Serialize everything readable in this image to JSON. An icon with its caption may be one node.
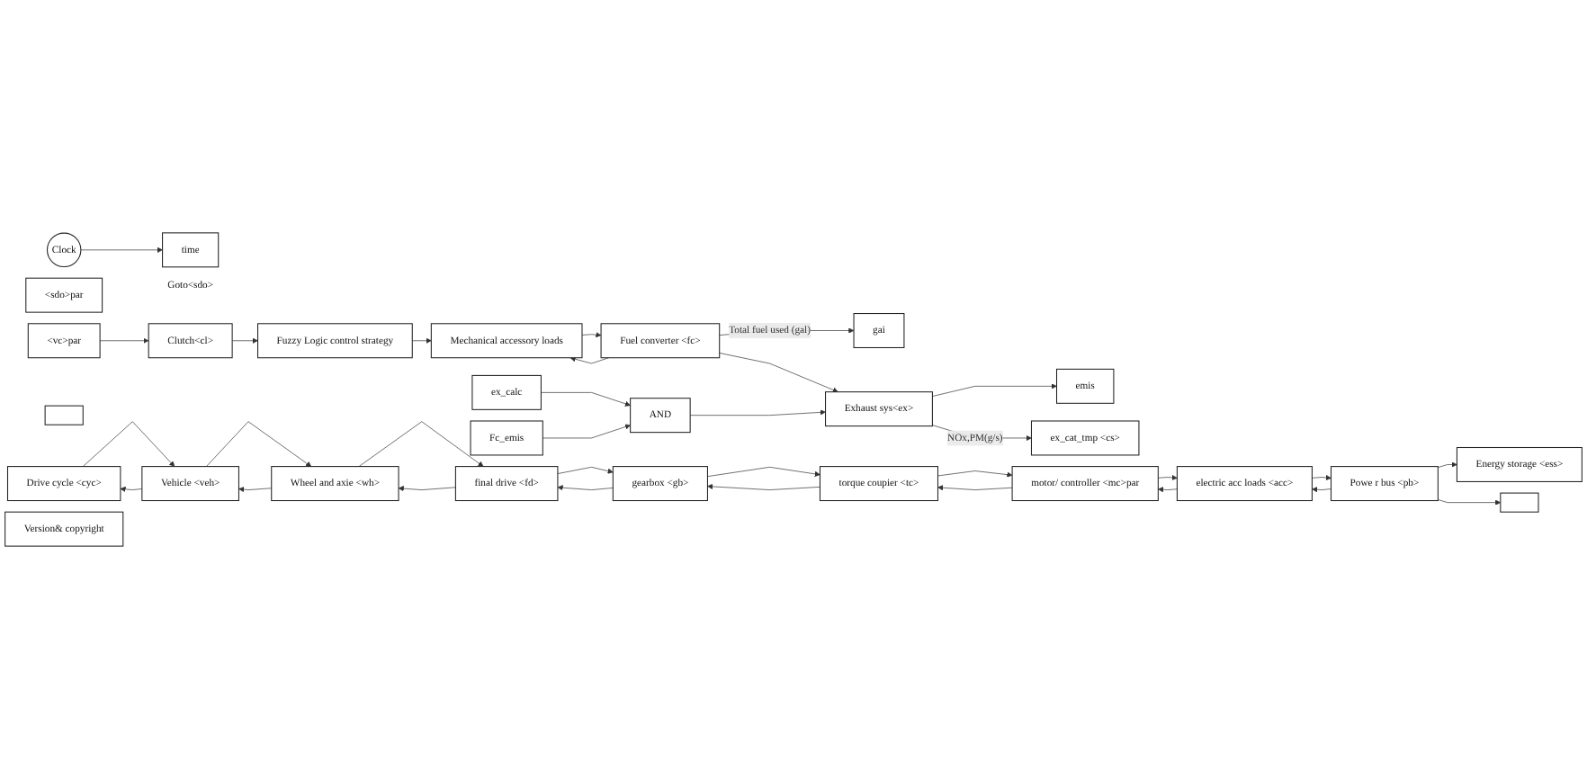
{
  "diagram": {
    "nodes": [
      {
        "text": [
          "Clock"
        ]
      },
      {
        "text": [
          "time"
        ],
        "beside": [
          "Goto<sdo>"
        ]
      },
      {
        "text": [
          "<sdo>par"
        ]
      },
      {
        "text": [
          "<vc>par"
        ]
      },
      {
        "text": [
          "Clutch<cl>"
        ]
      },
      {
        "text": [
          "Fuzzy Logic control strategy"
        ]
      },
      {
        "text": [
          "Mechanical accessory loads"
        ]
      },
      {
        "text": [
          "Fuel converter <fc>"
        ]
      },
      {
        "text": [
          "gai"
        ]
      },
      {
        "text": [
          "ex_calc"
        ]
      },
      {
        "text": [
          "AND"
        ]
      },
      {
        "text": [
          "Fc_emis"
        ]
      },
      {
        "text": [],
        "shape": "box"
      },
      {
        "text": [
          "Exhaust sys<ex>"
        ]
      },
      {
        "text": [
          "emis"
        ]
      },
      {
        "text": [
          "ex_cat_tmp <cs>"
        ]
      },
      {
        "text": [],
        "shape": "box"
      },
      {
        "text": [
          "Drive cycle <cyc>"
        ]
      },
      {
        "text": [
          "Vehicle <veh>"
        ]
      },
      {
        "text": [
          "Wheel and axie <wh>"
        ]
      },
      {
        "text": [
          "final drive <fd>"
        ]
      },
      {
        "text": [
          "gearbox <gb>"
        ]
      },
      {
        "text": [
          "torque coupier <tc>"
        ]
      },
      {
        "text": [
          "motor/ controller <mc>par"
        ]
      },
      {
        "text": [
          "electric acc loads <acc>"
        ]
      },
      {
        "text": [
          "Powe r bus <pb>"
        ]
      },
      {
        "text": [
          "Energy storage <ess>"
        ]
      },
      {
        "text": [
          "Version& copyright"
        ]
      }
    ],
    "edges": [
      {
        "from": 0,
        "to": 1,
        "arrow": "to"
      },
      {
        "from": 3,
        "to": 4,
        "arrow": "to"
      },
      {
        "from": 4,
        "to": 5,
        "arrow": "to"
      },
      {
        "from": 5,
        "to": 6,
        "arrow": "to"
      },
      {
        "from": 6,
        "to": 7,
        "arrow": "to"
      },
      {
        "from": 7,
        "to": 6,
        "arrow": "to"
      },
      {
        "from": 7,
        "to": 8,
        "label": "Total fuel used (gal)",
        "arrow": "to"
      },
      {
        "from": 7,
        "to": 13,
        "arrow": "to"
      },
      {
        "from": 9,
        "to": 10,
        "arrow": "to"
      },
      {
        "from": 11,
        "to": 10,
        "arrow": "to"
      },
      {
        "from": 10,
        "to": 13,
        "arrow": "to"
      },
      {
        "from": 13,
        "to": 14,
        "arrow": "to"
      },
      {
        "from": 13,
        "to": 15,
        "label": "NOx,PM(g/s)",
        "arrow": "to"
      },
      {
        "from": 17,
        "to": 18,
        "arrow": "to"
      },
      {
        "from": 18,
        "to": 19,
        "arrow": "to"
      },
      {
        "from": 19,
        "to": 20,
        "arrow": "to"
      },
      {
        "from": 20,
        "to": 21,
        "arrow": "to"
      },
      {
        "from": 21,
        "to": 22,
        "arrow": "to"
      },
      {
        "from": 22,
        "to": 23,
        "arrow": "to"
      },
      {
        "from": 23,
        "to": 24,
        "arrow": "to"
      },
      {
        "from": 24,
        "to": 25,
        "arrow": "to"
      },
      {
        "from": 25,
        "to": 26,
        "arrow": "to"
      },
      {
        "from": 25,
        "to": 16,
        "arrow": "to"
      },
      {
        "from": 18,
        "to": 17,
        "arrow": "to"
      },
      {
        "from": 19,
        "to": 18,
        "arrow": "to"
      },
      {
        "from": 20,
        "to": 19,
        "arrow": "to"
      },
      {
        "from": 21,
        "to": 20,
        "arrow": "to"
      },
      {
        "from": 22,
        "to": 21,
        "arrow": "to"
      },
      {
        "from": 23,
        "to": 22,
        "arrow": "to"
      },
      {
        "from": 24,
        "to": 23,
        "arrow": "to"
      },
      {
        "from": 25,
        "to": 24,
        "arrow": "to"
      }
    ]
  }
}
